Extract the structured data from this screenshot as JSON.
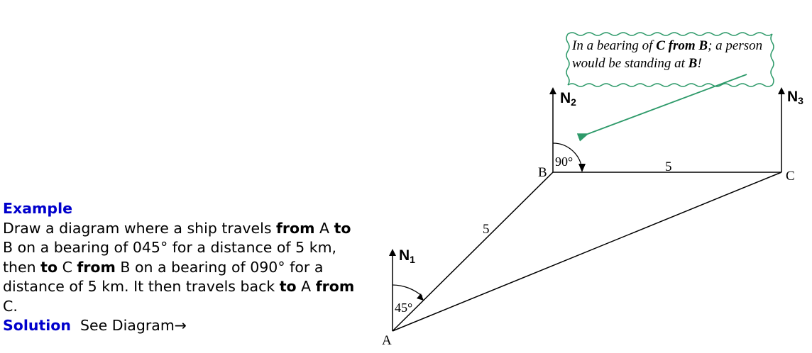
{
  "example": {
    "heading": "Example",
    "line1_a": "Draw a diagram where a ship travels ",
    "line1_b": "from",
    "line1_c": " A ",
    "line1_d": "to",
    "line2": "B on a bearing of 045° for a distance of 5 km,",
    "line3_a": "then ",
    "line3_b": "to",
    "line3_c": " C ",
    "line3_d": "from",
    "line3_e": " B on a bearing of 090° for a",
    "line4_a": "distance of 5 km.  It then travels back ",
    "line4_b": "to",
    "line4_c": " A ",
    "line4_d": "from",
    "line5": "C."
  },
  "solution": {
    "heading": "Solution",
    "text": "See Diagram→"
  },
  "diagram": {
    "points": {
      "A": "A",
      "B": "B",
      "C": "C"
    },
    "north_labels": [
      {
        "letter": "N",
        "sub": "1"
      },
      {
        "letter": "N",
        "sub": "2"
      },
      {
        "letter": "N",
        "sub": "3"
      }
    ],
    "angle_A": "45°",
    "angle_B": "90°",
    "length_AB": "5",
    "length_BC": "5",
    "callout": {
      "part1": "In a bearing of ",
      "part2": "C from B",
      "part3": "; a person would be standing at ",
      "part4": "B",
      "part5": "!"
    },
    "colors": {
      "line": "#000000",
      "arrow": "#2e9a6a",
      "heading": "#0000cc"
    }
  }
}
